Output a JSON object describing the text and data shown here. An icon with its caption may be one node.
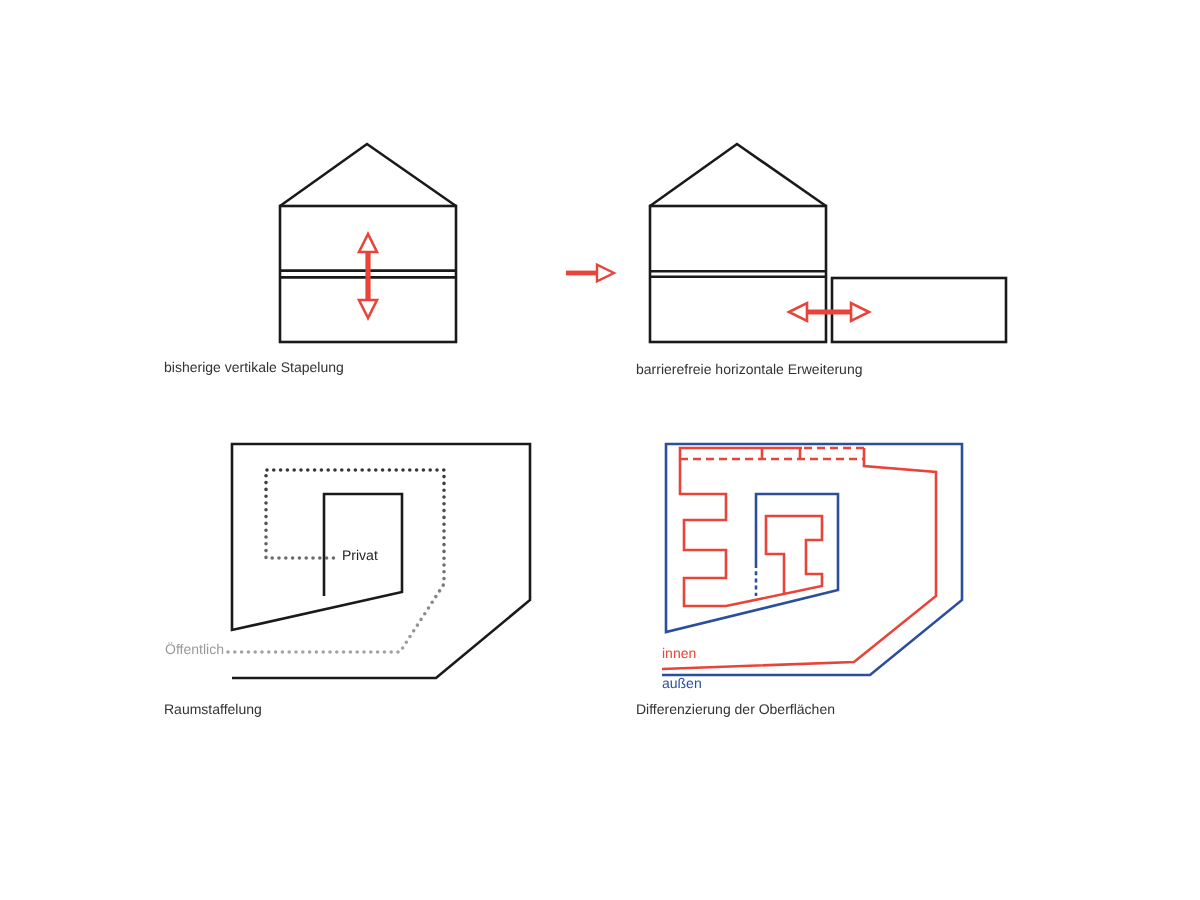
{
  "diagram": {
    "nodes": [
      {
        "text": [
          "Öffentlich"
        ]
      },
      {
        "text": [
          "Privat"
        ]
      }
    ],
    "edges": [
      {
        "from": 0,
        "to": 1,
        "arrow": "none",
        "style": "dashed"
      }
    ],
    "labels": [
      "bisherige vertikale Stapelung",
      "barrierefreie horizontale Erweiterung",
      "Raumstaffelung",
      "innen",
      "außen",
      "Differenzierung der Oberflächen"
    ]
  }
}
